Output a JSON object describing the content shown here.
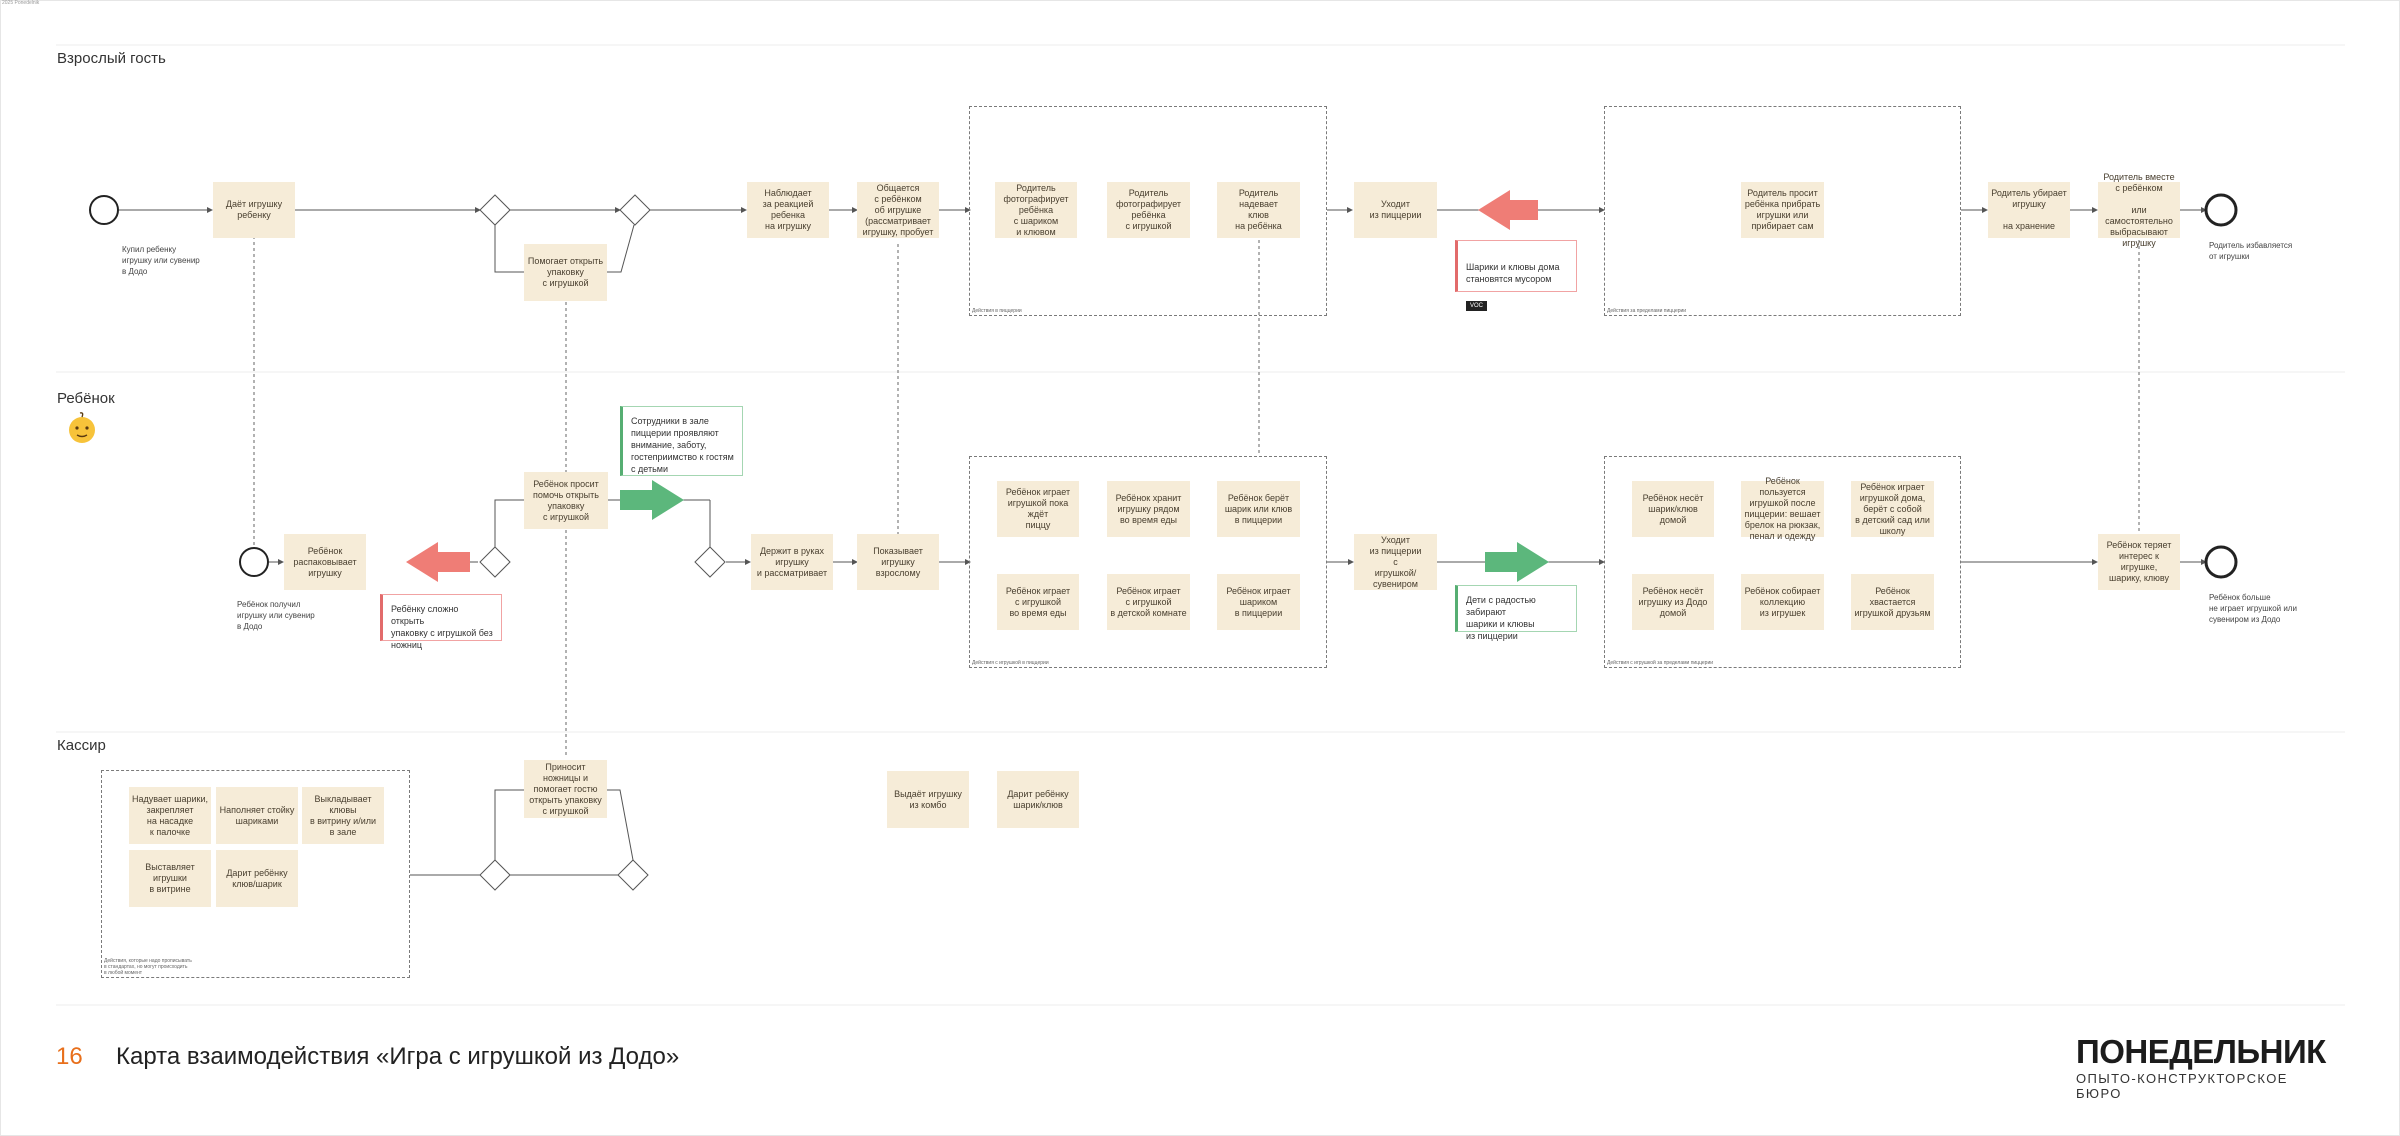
{
  "page_tag": "2025 Ponedelnik",
  "lanes": {
    "adult": "Взрослый гость",
    "child": "Ребёнок",
    "cashier": "Кассир"
  },
  "captions": {
    "adult_start": "Купил ребенку\nигрушку или сувенир\nв Додо",
    "adult_end": "Родитель избавляется\nот игрушки",
    "child_start": "Ребёнок получил\nигрушку или сувенир\nв Додо",
    "child_end": "Ребёнок больше\nне играет игрушкой или\nсувениром из Додо"
  },
  "stickies": {
    "a_give": "Даёт игрушку\nребенку",
    "a_help_open": "Помогает открыть\nупаковку\nс игрушкой",
    "a_watch": "Наблюдает\nза реакцией ребенка\nна игрушку",
    "a_talk": "Общается\nс ребёнком\nоб игрушке\n(рассматривает\nигрушку, пробует",
    "a_photo1": "Родитель\nфотографирует\nребёнка\nс шариком\nи клювом",
    "a_photo2": "Родитель\nфотографирует\nребёнка\nс игрушкой",
    "a_beak": "Родитель надевает\nклюв\nна ребёнка",
    "a_leave": "Уходит\nиз пиццерии",
    "a_ask_tidy": "Родитель просит\nребёнка прибрать\nигрушки или\nприбирает сам",
    "a_store": "Родитель убирает\nигрушку\n\nна хранение",
    "a_throw": "Родитель вместе\nс ребёнком\n\nили самостоятельно\nвыбрасывают игрушку",
    "c_unpack": "Ребёнок\nраспаковывает\nигрушку",
    "c_ask": "Ребёнок просит\nпомочь открыть\nупаковку\nс игрушкой",
    "c_hold": "Держит в руках\nигрушку\nи рассматривает",
    "c_show": "Показывает игрушку\nвзрослому",
    "c_play_wait": "Ребёнок играет\nигрушкой пока ждёт\nпиццу",
    "c_keep": "Ребёнок хранит\nигрушку рядом\nво время еды",
    "c_take": "Ребёнок берёт\nшарик или клюв\nв пиццерии",
    "c_play_eat": "Ребёнок играет\nс игрушкой\nво время еды",
    "c_play_room": "Ребёнок играет\nс игрушкой\nв детской комнате",
    "c_play_ball": "Ребёнок играет\nшариком\nв пиццерии",
    "c_leave": "Уходит\nиз пиццерии\nс\nигрушкой/сувениром",
    "c_carry_beak": "Ребёнок несёт\nшарик/клюв домой",
    "c_use": "Ребёнок пользуется\nигрушкой после\nпиццерии: вешает\nбрелок на рюкзак,\nпенал и одежду",
    "c_home": "Ребёнок играет\nигрушкой дома,\nберёт с собой\nв детский сад или\nшколу",
    "c_carry_toy": "Ребёнок несёт\nигрушку из Додо\nдомой",
    "c_collect": "Ребёнок собирает\nколлекцию\nиз игрушек",
    "c_boast": "Ребёнок хвастается\nигрушкой друзьям",
    "c_lose": "Ребёнок теряет\nинтерес к игрушке,\nшарику, клюву",
    "k_inflate": "Надувает шарики,\nзакрепляет\nна насадке\nк палочке",
    "k_fill": "Наполняет стойку\nшариками",
    "k_lay": "Выкладывает клювы\nв витрину и/или\nв зале",
    "k_show": "Выставляет игрушки\nв витрине",
    "k_gift": "Дарит ребёнку\nклюв/шарик",
    "k_scissors": "Приносит ножницы и\nпомогает гостю\nоткрыть упаковку\nс игрушкой",
    "k_combo": "Выдаёт игрушку\nиз комбо",
    "k_gift2": "Дарит ребёнку\nшарик/клюв"
  },
  "frames": {
    "adult_pizzeria": "Действия в пиццерии",
    "adult_after": "Действия за пределами пиццерии",
    "child_pizzeria": "Действия с игрушкой в пиццерии",
    "child_after": "Действия с игрушкой за пределами пиццерии",
    "cashier": "Действия, которые надо прописывать\nв стандартах, но могут происходить\nв любой момент"
  },
  "notes": {
    "trash": "Шарики и клювы дома\nстановятся мусором",
    "trash_tag": "VOC",
    "hard_pack": "Ребёнку сложно открыть\nупаковку с игрушкой без\nножниц",
    "staff": "Сотрудники в зале\nпиццерии проявляют\nвнимание, заботу,\nгостеприимство к гостям\nс детьми",
    "happy": "Дети с радостью забирают\nшарики и клювы\nиз пиццерии"
  },
  "colors": {
    "sticky": "#f6ecd8",
    "red_arrow": "#ef7d76",
    "green_arrow": "#5cb77c",
    "accent": "#e86f1b"
  },
  "footer": {
    "page_number": "16",
    "title": "Карта взаимодействия «Игра с игрушкой из Додо»",
    "brand": "ПОНЕДЕЛЬНИК",
    "brand_sub": "ОПЫТО-КОНСТРУКТОРСКОЕ БЮРО"
  }
}
